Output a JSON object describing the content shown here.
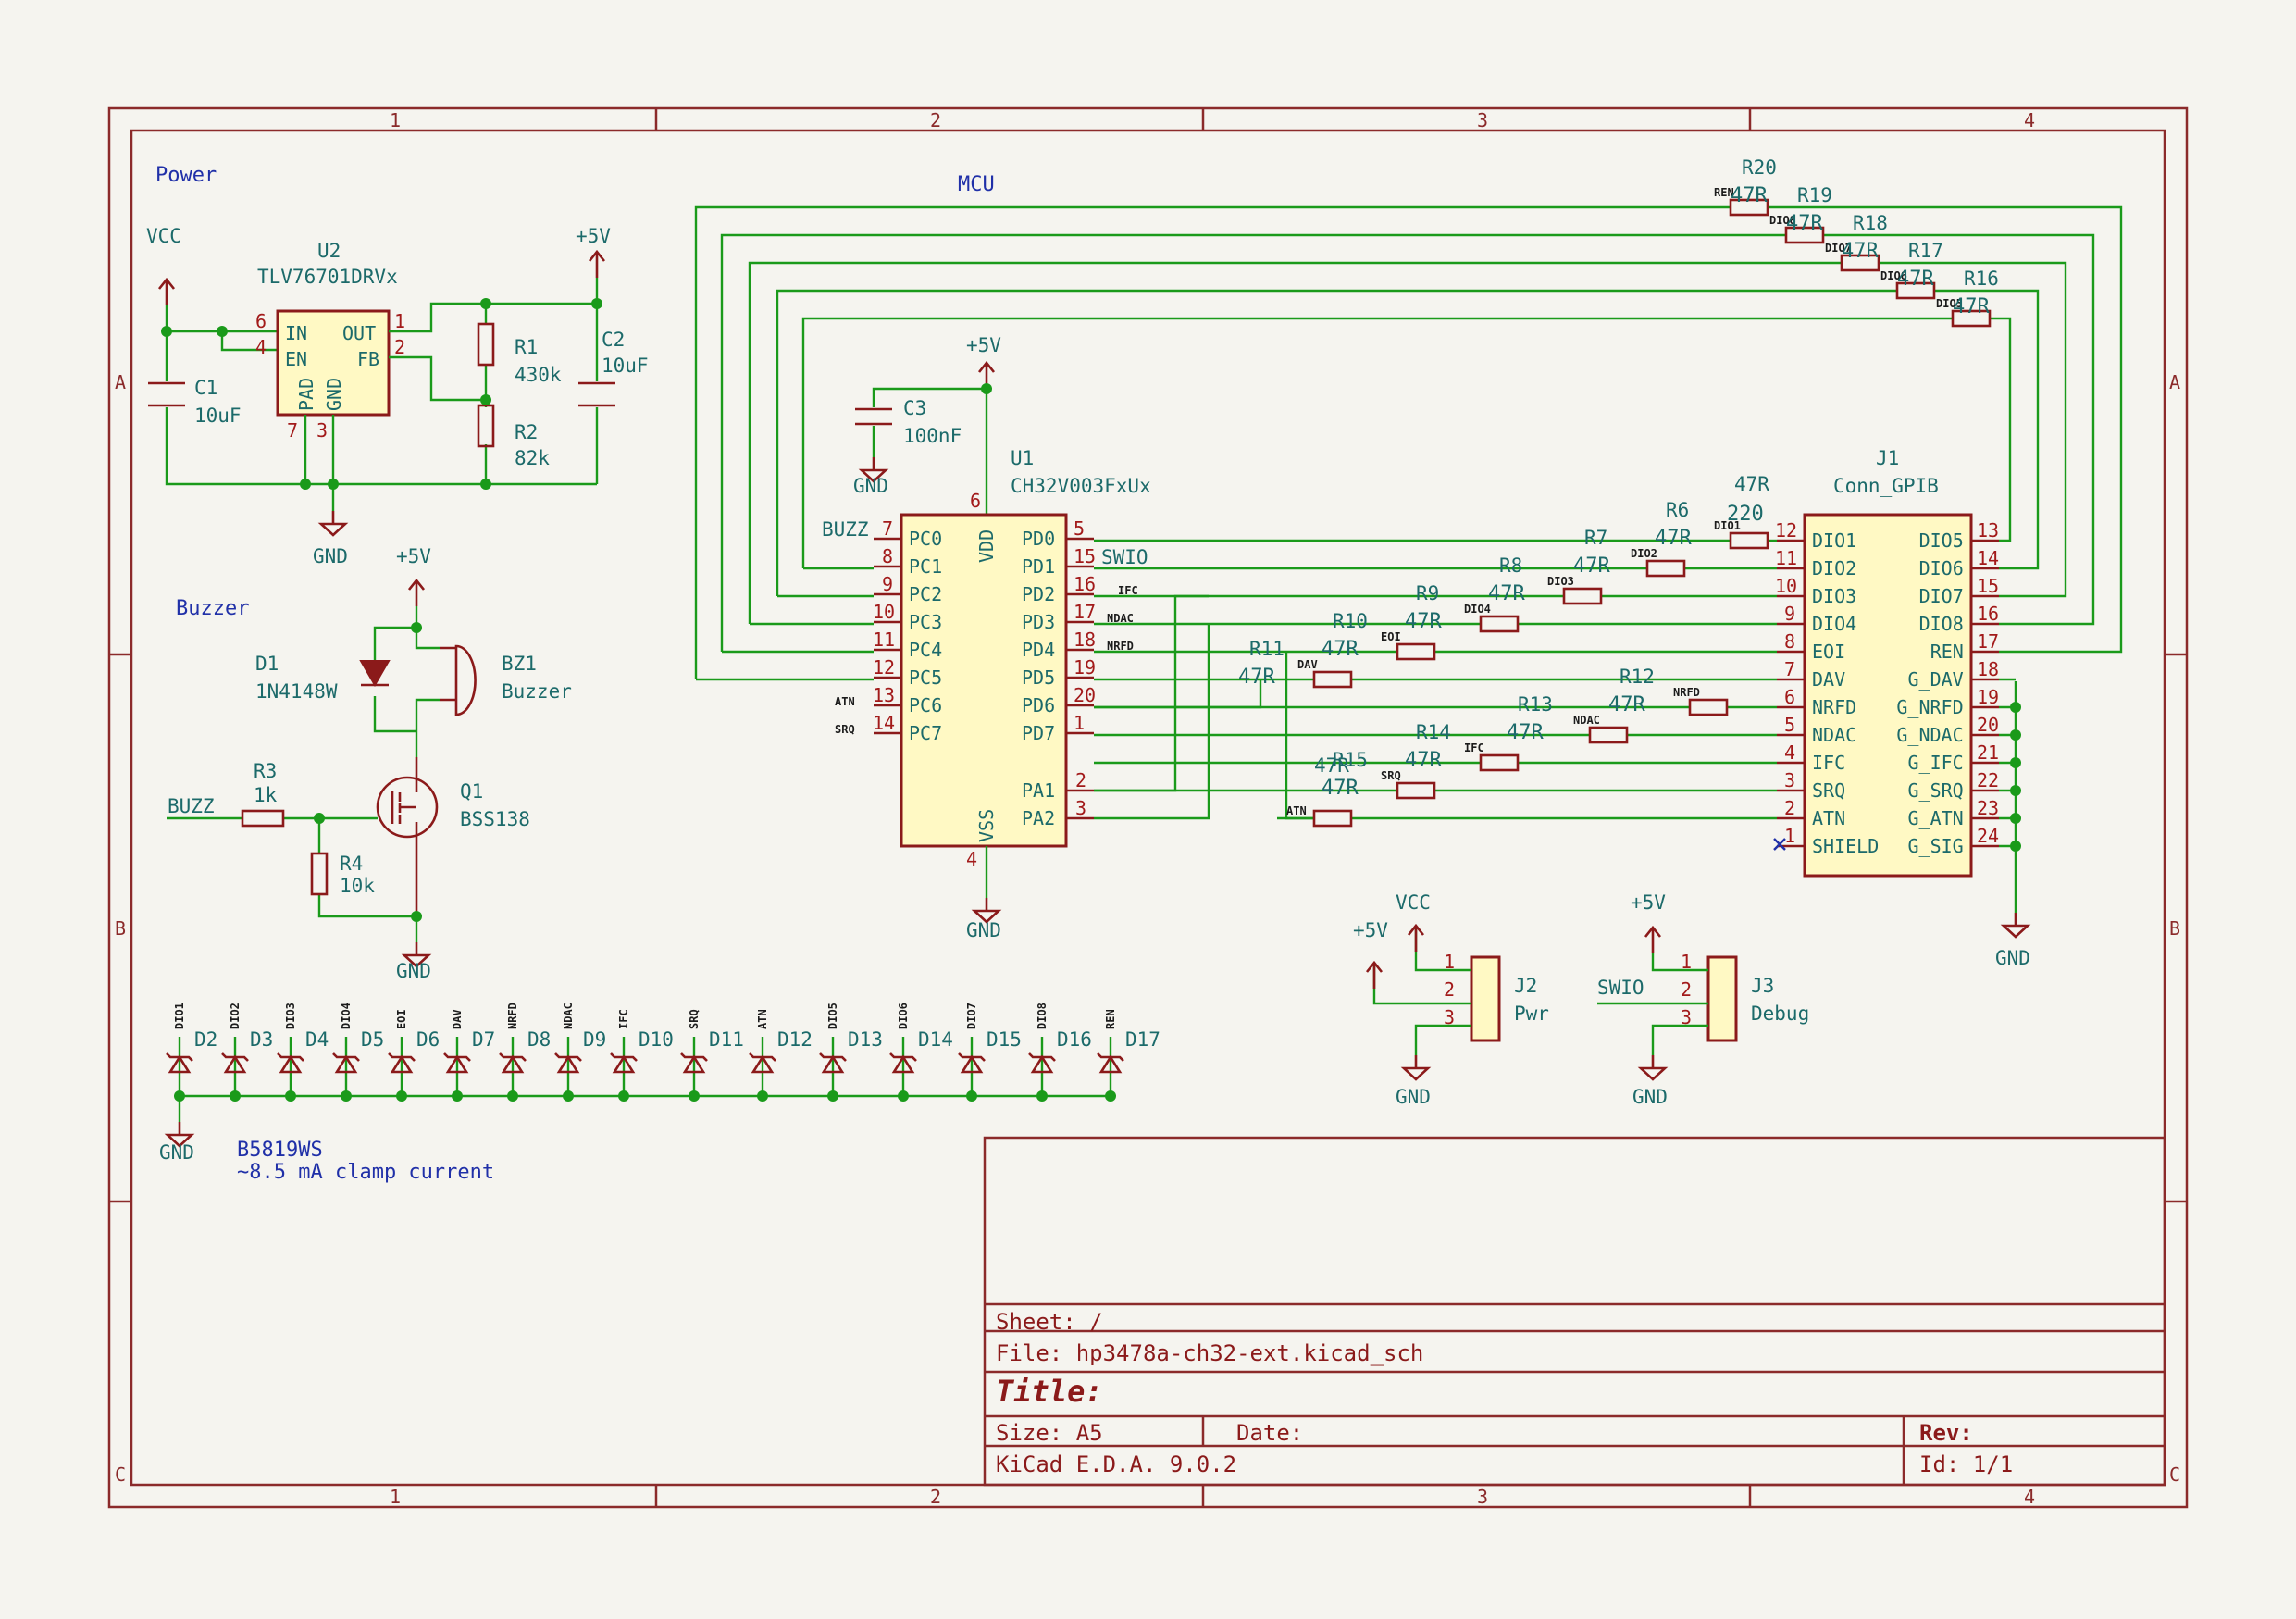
{
  "sheet": {
    "grid_cols": [
      "1",
      "2",
      "3",
      "4"
    ],
    "grid_rows": [
      "A",
      "B",
      "C"
    ]
  },
  "notes": {
    "power": "Power",
    "mcu": "MCU",
    "buzzer": "Buzzer",
    "diode_part": "B5819WS",
    "clamp": "~8.5 mA clamp current"
  },
  "power_labels": {
    "vcc": "VCC",
    "plus5": "+5V",
    "gnd": "GND"
  },
  "components": {
    "u2": {
      "ref": "U2",
      "value": "TLV76701DRVx",
      "pins": {
        "in": "IN",
        "en": "EN",
        "out": "OUT",
        "fb": "FB",
        "pad": "PAD",
        "gnd": "GND"
      },
      "pin_numbers": {
        "in": "6",
        "en": "4",
        "out": "1",
        "fb": "2",
        "pad": "7",
        "gnd": "3"
      }
    },
    "c1": {
      "ref": "C1",
      "value": "10uF"
    },
    "c2": {
      "ref": "C2",
      "value": "10uF"
    },
    "c3": {
      "ref": "C3",
      "value": "100nF"
    },
    "r1": {
      "ref": "R1",
      "value": "430k"
    },
    "r2": {
      "ref": "R2",
      "value": "82k"
    },
    "r3": {
      "ref": "R3",
      "value": "1k"
    },
    "r4": {
      "ref": "R4",
      "value": "10k"
    },
    "d1": {
      "ref": "D1",
      "value": "1N4148W"
    },
    "bz1": {
      "ref": "BZ1",
      "value": "Buzzer"
    },
    "q1": {
      "ref": "Q1",
      "value": "BSS138"
    },
    "u1": {
      "ref": "U1",
      "value": "CH32V003FxUx",
      "left_pins": [
        {
          "num": "7",
          "name": "PC0"
        },
        {
          "num": "8",
          "name": "PC1"
        },
        {
          "num": "9",
          "name": "PC2"
        },
        {
          "num": "10",
          "name": "PC3"
        },
        {
          "num": "11",
          "name": "PC4"
        },
        {
          "num": "12",
          "name": "PC5"
        },
        {
          "num": "13",
          "name": "PC6"
        },
        {
          "num": "14",
          "name": "PC7"
        }
      ],
      "right_pins": [
        {
          "num": "5",
          "name": "PD0"
        },
        {
          "num": "15",
          "name": "PD1"
        },
        {
          "num": "16",
          "name": "PD2"
        },
        {
          "num": "17",
          "name": "PD3"
        },
        {
          "num": "18",
          "name": "PD4"
        },
        {
          "num": "19",
          "name": "PD5"
        },
        {
          "num": "20",
          "name": "PD6"
        },
        {
          "num": "1",
          "name": "PD7"
        }
      ],
      "pa_pins": [
        {
          "num": "2",
          "name": "PA1"
        },
        {
          "num": "3",
          "name": "PA2"
        }
      ],
      "vdd": {
        "num": "6",
        "name": "VDD"
      },
      "vss": {
        "num": "4",
        "name": "VSS"
      }
    },
    "j1": {
      "ref": "J1",
      "value": "Conn_GPIB",
      "left_pins": [
        {
          "num": "12",
          "name": "DIO1"
        },
        {
          "num": "11",
          "name": "DIO2"
        },
        {
          "num": "10",
          "name": "DIO3"
        },
        {
          "num": "9",
          "name": "DIO4"
        },
        {
          "num": "8",
          "name": "EOI"
        },
        {
          "num": "7",
          "name": "DAV"
        },
        {
          "num": "6",
          "name": "NRFD"
        },
        {
          "num": "5",
          "name": "NDAC"
        },
        {
          "num": "4",
          "name": "IFC"
        },
        {
          "num": "3",
          "name": "SRQ"
        },
        {
          "num": "2",
          "name": "ATN"
        },
        {
          "num": "1",
          "name": "SHIELD"
        }
      ],
      "right_pins": [
        {
          "num": "13",
          "name": "DIO5"
        },
        {
          "num": "14",
          "name": "DIO6"
        },
        {
          "num": "15",
          "name": "DIO7"
        },
        {
          "num": "16",
          "name": "DIO8"
        },
        {
          "num": "17",
          "name": "REN"
        },
        {
          "num": "18",
          "name": "G_DAV"
        },
        {
          "num": "19",
          "name": "G_NRFD"
        },
        {
          "num": "20",
          "name": "G_NDAC"
        },
        {
          "num": "21",
          "name": "G_IFC"
        },
        {
          "num": "22",
          "name": "G_SRQ"
        },
        {
          "num": "23",
          "name": "G_ATN"
        },
        {
          "num": "24",
          "name": "G_SIG"
        }
      ]
    },
    "j2": {
      "ref": "J2",
      "value": "Pwr",
      "pins": [
        "1",
        "2",
        "3"
      ]
    },
    "j3": {
      "ref": "J3",
      "value": "Debug",
      "pins": [
        "1",
        "2",
        "3"
      ]
    }
  },
  "series_resistors": [
    {
      "ref": "R6",
      "value": "47R",
      "net": "DIO1",
      "extra_ref": "47R",
      "extra_value": "220"
    },
    {
      "ref": "R7",
      "value": "47R",
      "net": "DIO2"
    },
    {
      "ref": "R8",
      "value": "47R",
      "net": "DIO3"
    },
    {
      "ref": "R9",
      "value": "47R",
      "net": "DIO4"
    },
    {
      "ref": "R10",
      "value": "47R",
      "net": "EOI"
    },
    {
      "ref": "R11",
      "value": "47R",
      "net": "DAV"
    },
    {
      "ref": "R12",
      "value": "47R",
      "net": "NRFD"
    },
    {
      "ref": "R13",
      "value": "47R",
      "net": "NDAC"
    },
    {
      "ref": "R14",
      "value": "47R",
      "net": "IFC"
    },
    {
      "ref": "R15",
      "value": "47R",
      "net": "SRQ"
    },
    {
      "ref": "R16",
      "value": "47R",
      "net": "DIO5"
    },
    {
      "ref": "R17",
      "value": "47R",
      "net": "DIO6"
    },
    {
      "ref": "R18",
      "value": "47R",
      "net": "DIO7"
    },
    {
      "ref": "R19",
      "value": "47R",
      "net": "DIO8"
    },
    {
      "ref": "R20",
      "value": "47R",
      "net": "REN"
    }
  ],
  "net_labels": {
    "buzz": "BUZZ",
    "swio": "SWIO",
    "ifc": "IFC",
    "ndac": "NDAC",
    "nrfd": "NRFD",
    "srq": "SRQ",
    "atn": "ATN",
    "dav": "DAV",
    "eoi": "EOI",
    "dio1": "DIO1",
    "dio2": "DIO2",
    "dio3": "DIO3",
    "dio4": "DIO4",
    "dio5": "DIO5",
    "dio6": "DIO6",
    "dio7": "DIO7",
    "dio8": "DIO8",
    "ren": "REN"
  },
  "clamp_diodes": [
    {
      "ref": "D2",
      "net": "DIO1"
    },
    {
      "ref": "D3",
      "net": "DIO2"
    },
    {
      "ref": "D4",
      "net": "DIO3"
    },
    {
      "ref": "D5",
      "net": "DIO4"
    },
    {
      "ref": "D6",
      "net": "EOI"
    },
    {
      "ref": "D7",
      "net": "DAV"
    },
    {
      "ref": "D8",
      "net": "NRFD"
    },
    {
      "ref": "D9",
      "net": "NDAC"
    },
    {
      "ref": "D10",
      "net": "IFC"
    },
    {
      "ref": "D11",
      "net": "SRQ"
    },
    {
      "ref": "D12",
      "net": "ATN"
    },
    {
      "ref": "D13",
      "net": "DIO5"
    },
    {
      "ref": "D14",
      "net": "DIO6"
    },
    {
      "ref": "D15",
      "net": "DIO7"
    },
    {
      "ref": "D16",
      "net": "DIO8"
    },
    {
      "ref": "D17",
      "net": "REN"
    }
  ],
  "title_block": {
    "sheet": "Sheet: /",
    "file": "File: hp3478a-ch32-ext.kicad_sch",
    "title": "Title:",
    "size": "Size: A5",
    "date": "Date:",
    "rev": "Rev:",
    "tool": "KiCad E.D.A. 9.0.2",
    "id": "Id: 1/1"
  }
}
